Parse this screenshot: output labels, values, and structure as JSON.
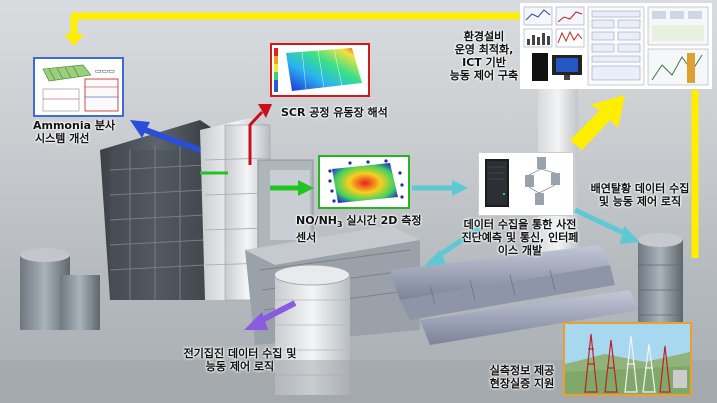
{
  "labels": {
    "ammonia_line1": "Ammonia 분사",
    "ammonia_line2": "시스템 개선",
    "scr": "SCR 공정 유동장 해석",
    "ict_line1": "환경설비",
    "ict_line2": "운영 최적화,",
    "ict_line3": "ICT 기반",
    "ict_line4": "능동 제어 구축",
    "nox_prefix": "NO/NH",
    "nox_sub": "3",
    "nox_suffix": " 실시간 2D 측정",
    "nox_line2": "센서",
    "data_line1": "데이터 수집을 통한 사전",
    "data_line2": "진단예측 및 통신, 인터페",
    "data_line3": "이스 개발",
    "fgd_line1": "배연탈황 데이터 수집",
    "fgd_line2": "및 능동 제어 로직",
    "esp_line1": "전기집진 데이터 수집 및",
    "esp_line2": "능동 제어 로직",
    "field_line1": "실측정보 제공",
    "field_line2": "현장실증 지원"
  },
  "colors": {
    "yellow_arrow": "#ffee00",
    "blue_arrow": "#2a4fd6",
    "red_arrow": "#c8101a",
    "green_arrow": "#22c422",
    "cyan_arrow": "#5ec8d4",
    "purple_arrow": "#8a5ae0",
    "red_frame": "#d01a1a",
    "green_frame": "#26b526"
  },
  "icons": [
    "plant-building",
    "chimney",
    "server-rack",
    "network-diagram",
    "computer-monitor",
    "heatmap",
    "flow-field",
    "transmission-tower"
  ]
}
